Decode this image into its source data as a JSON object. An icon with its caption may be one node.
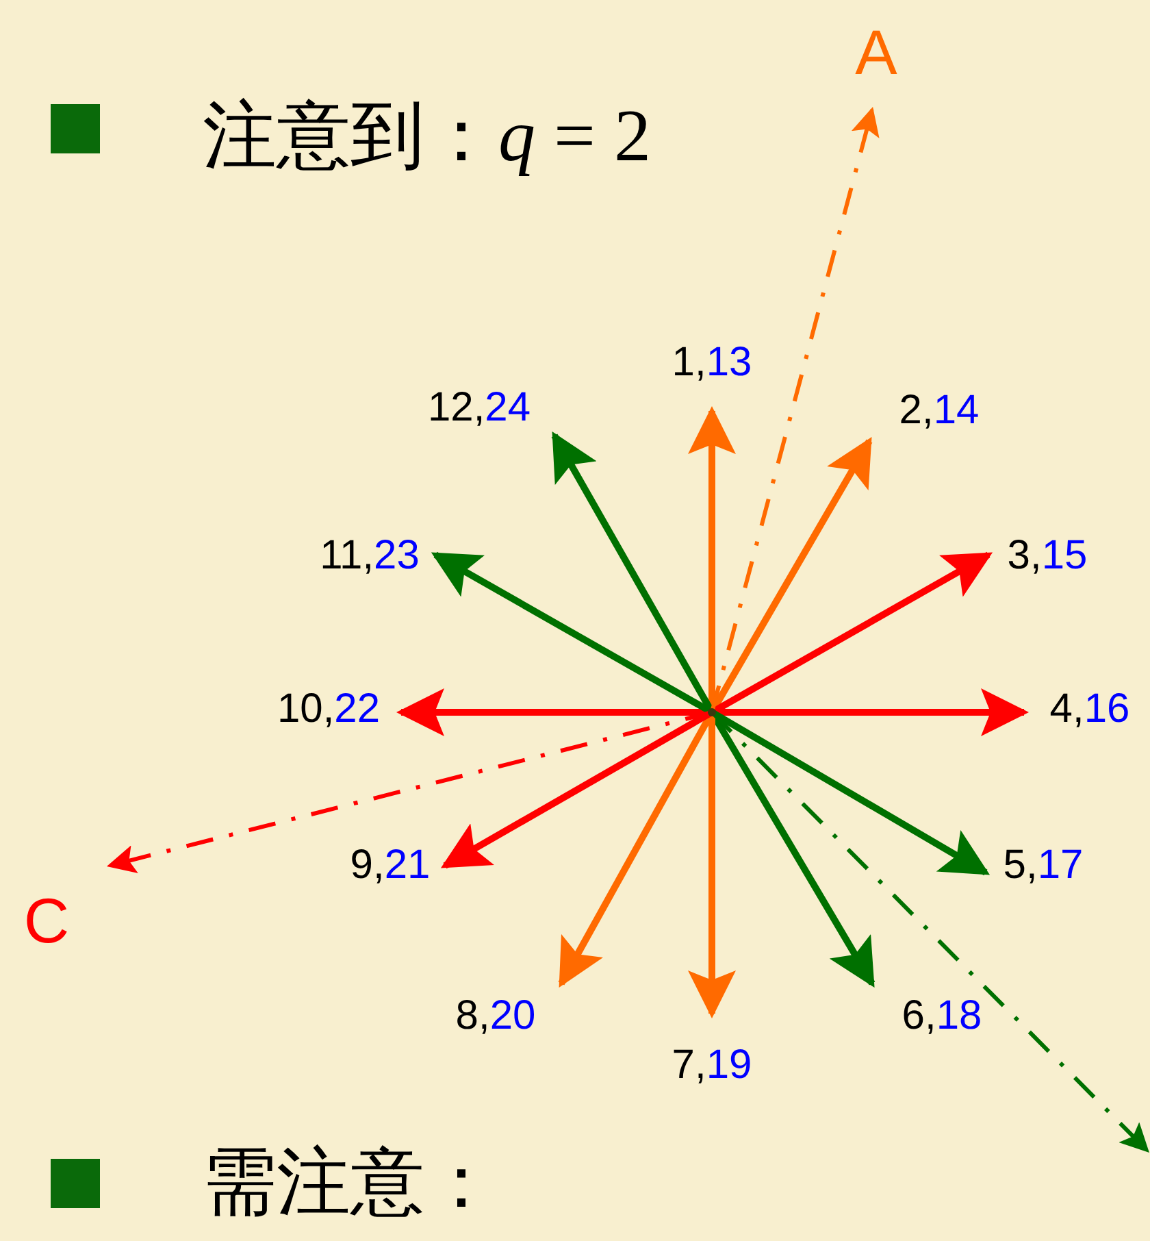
{
  "diagram": {
    "nodes": [
      {
        "text": [],
        "shape": "point"
      },
      {
        "text": [
          "1,13"
        ]
      },
      {
        "text": [
          "2,14"
        ]
      },
      {
        "text": [
          "3,15"
        ]
      },
      {
        "text": [
          "4,16"
        ]
      },
      {
        "text": [
          "5,17"
        ]
      },
      {
        "text": [
          "6,18"
        ]
      },
      {
        "text": [
          "7,19"
        ]
      },
      {
        "text": [
          "8,20"
        ]
      },
      {
        "text": [
          "9,21"
        ]
      },
      {
        "text": [
          "10,22"
        ]
      },
      {
        "text": [
          "11,23"
        ]
      },
      {
        "text": [
          "12,24"
        ]
      },
      {
        "text": [
          "A"
        ]
      },
      {
        "text": [
          "C"
        ]
      }
    ],
    "edges": [
      {
        "from": 0,
        "to": 1,
        "arrow": "to",
        "color": "#ff6a00"
      },
      {
        "from": 0,
        "to": 2,
        "arrow": "to",
        "color": "#ff6a00"
      },
      {
        "from": 0,
        "to": 3,
        "arrow": "to",
        "color": "#ff0000"
      },
      {
        "from": 0,
        "to": 4,
        "arrow": "to",
        "color": "#ff0000"
      },
      {
        "from": 0,
        "to": 5,
        "arrow": "to",
        "color": "#007000"
      },
      {
        "from": 0,
        "to": 6,
        "arrow": "to",
        "color": "#007000"
      },
      {
        "from": 0,
        "to": 7,
        "arrow": "to",
        "color": "#ff6a00"
      },
      {
        "from": 0,
        "to": 8,
        "arrow": "to",
        "color": "#ff6a00"
      },
      {
        "from": 0,
        "to": 9,
        "arrow": "to",
        "color": "#ff0000"
      },
      {
        "from": 0,
        "to": 10,
        "arrow": "to",
        "color": "#ff0000"
      },
      {
        "from": 0,
        "to": 11,
        "arrow": "to",
        "color": "#007000"
      },
      {
        "from": 0,
        "to": 12,
        "arrow": "to",
        "color": "#007000"
      },
      {
        "from": 0,
        "to": 13,
        "arrow": "to",
        "style": "dashed",
        "color": "#ff6a00"
      },
      {
        "from": 0,
        "to": 14,
        "arrow": "to",
        "style": "dashed",
        "color": "#ff0000"
      },
      {
        "from": 0,
        "to": null,
        "arrow": "to",
        "style": "dashed",
        "color": "#007000"
      }
    ],
    "labels": [
      "注意到：*q* = 2",
      "需注意："
    ]
  }
}
